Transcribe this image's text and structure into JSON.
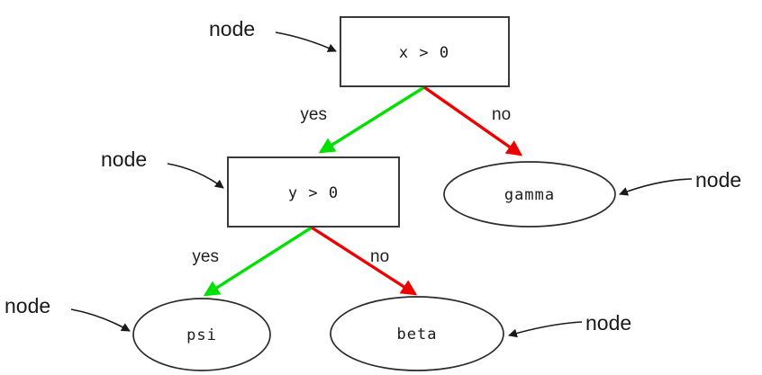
{
  "diagram": {
    "type": "decision-tree",
    "background_color": "#ffffff",
    "colors": {
      "yes_branch": "#00e000",
      "no_branch": "#ee0000",
      "outline": "#3a3a3a",
      "text": "#1a1a1a"
    },
    "nodes": [
      {
        "id": "root",
        "shape": "box",
        "label": "x > 0"
      },
      {
        "id": "second",
        "shape": "box",
        "label": "y > 0"
      },
      {
        "id": "gamma",
        "shape": "ellipse",
        "label": "gamma"
      },
      {
        "id": "psi",
        "shape": "ellipse",
        "label": "psi"
      },
      {
        "id": "beta",
        "shape": "ellipse",
        "label": "beta"
      }
    ],
    "edges": [
      {
        "from": "root",
        "to": "second",
        "label": "yes",
        "color": "#00e000"
      },
      {
        "from": "root",
        "to": "gamma",
        "label": "no",
        "color": "#ee0000"
      },
      {
        "from": "second",
        "to": "psi",
        "label": "yes",
        "color": "#00e000"
      },
      {
        "from": "second",
        "to": "beta",
        "label": "no",
        "color": "#ee0000"
      }
    ],
    "annotations": [
      {
        "id": "annotation-root",
        "label": "node",
        "target": "root"
      },
      {
        "id": "annotation-second",
        "label": "node",
        "target": "second"
      },
      {
        "id": "annotation-gamma",
        "label": "node",
        "target": "gamma"
      },
      {
        "id": "annotation-psi",
        "label": "node",
        "target": "psi"
      },
      {
        "id": "annotation-beta",
        "label": "node",
        "target": "beta"
      }
    ]
  }
}
